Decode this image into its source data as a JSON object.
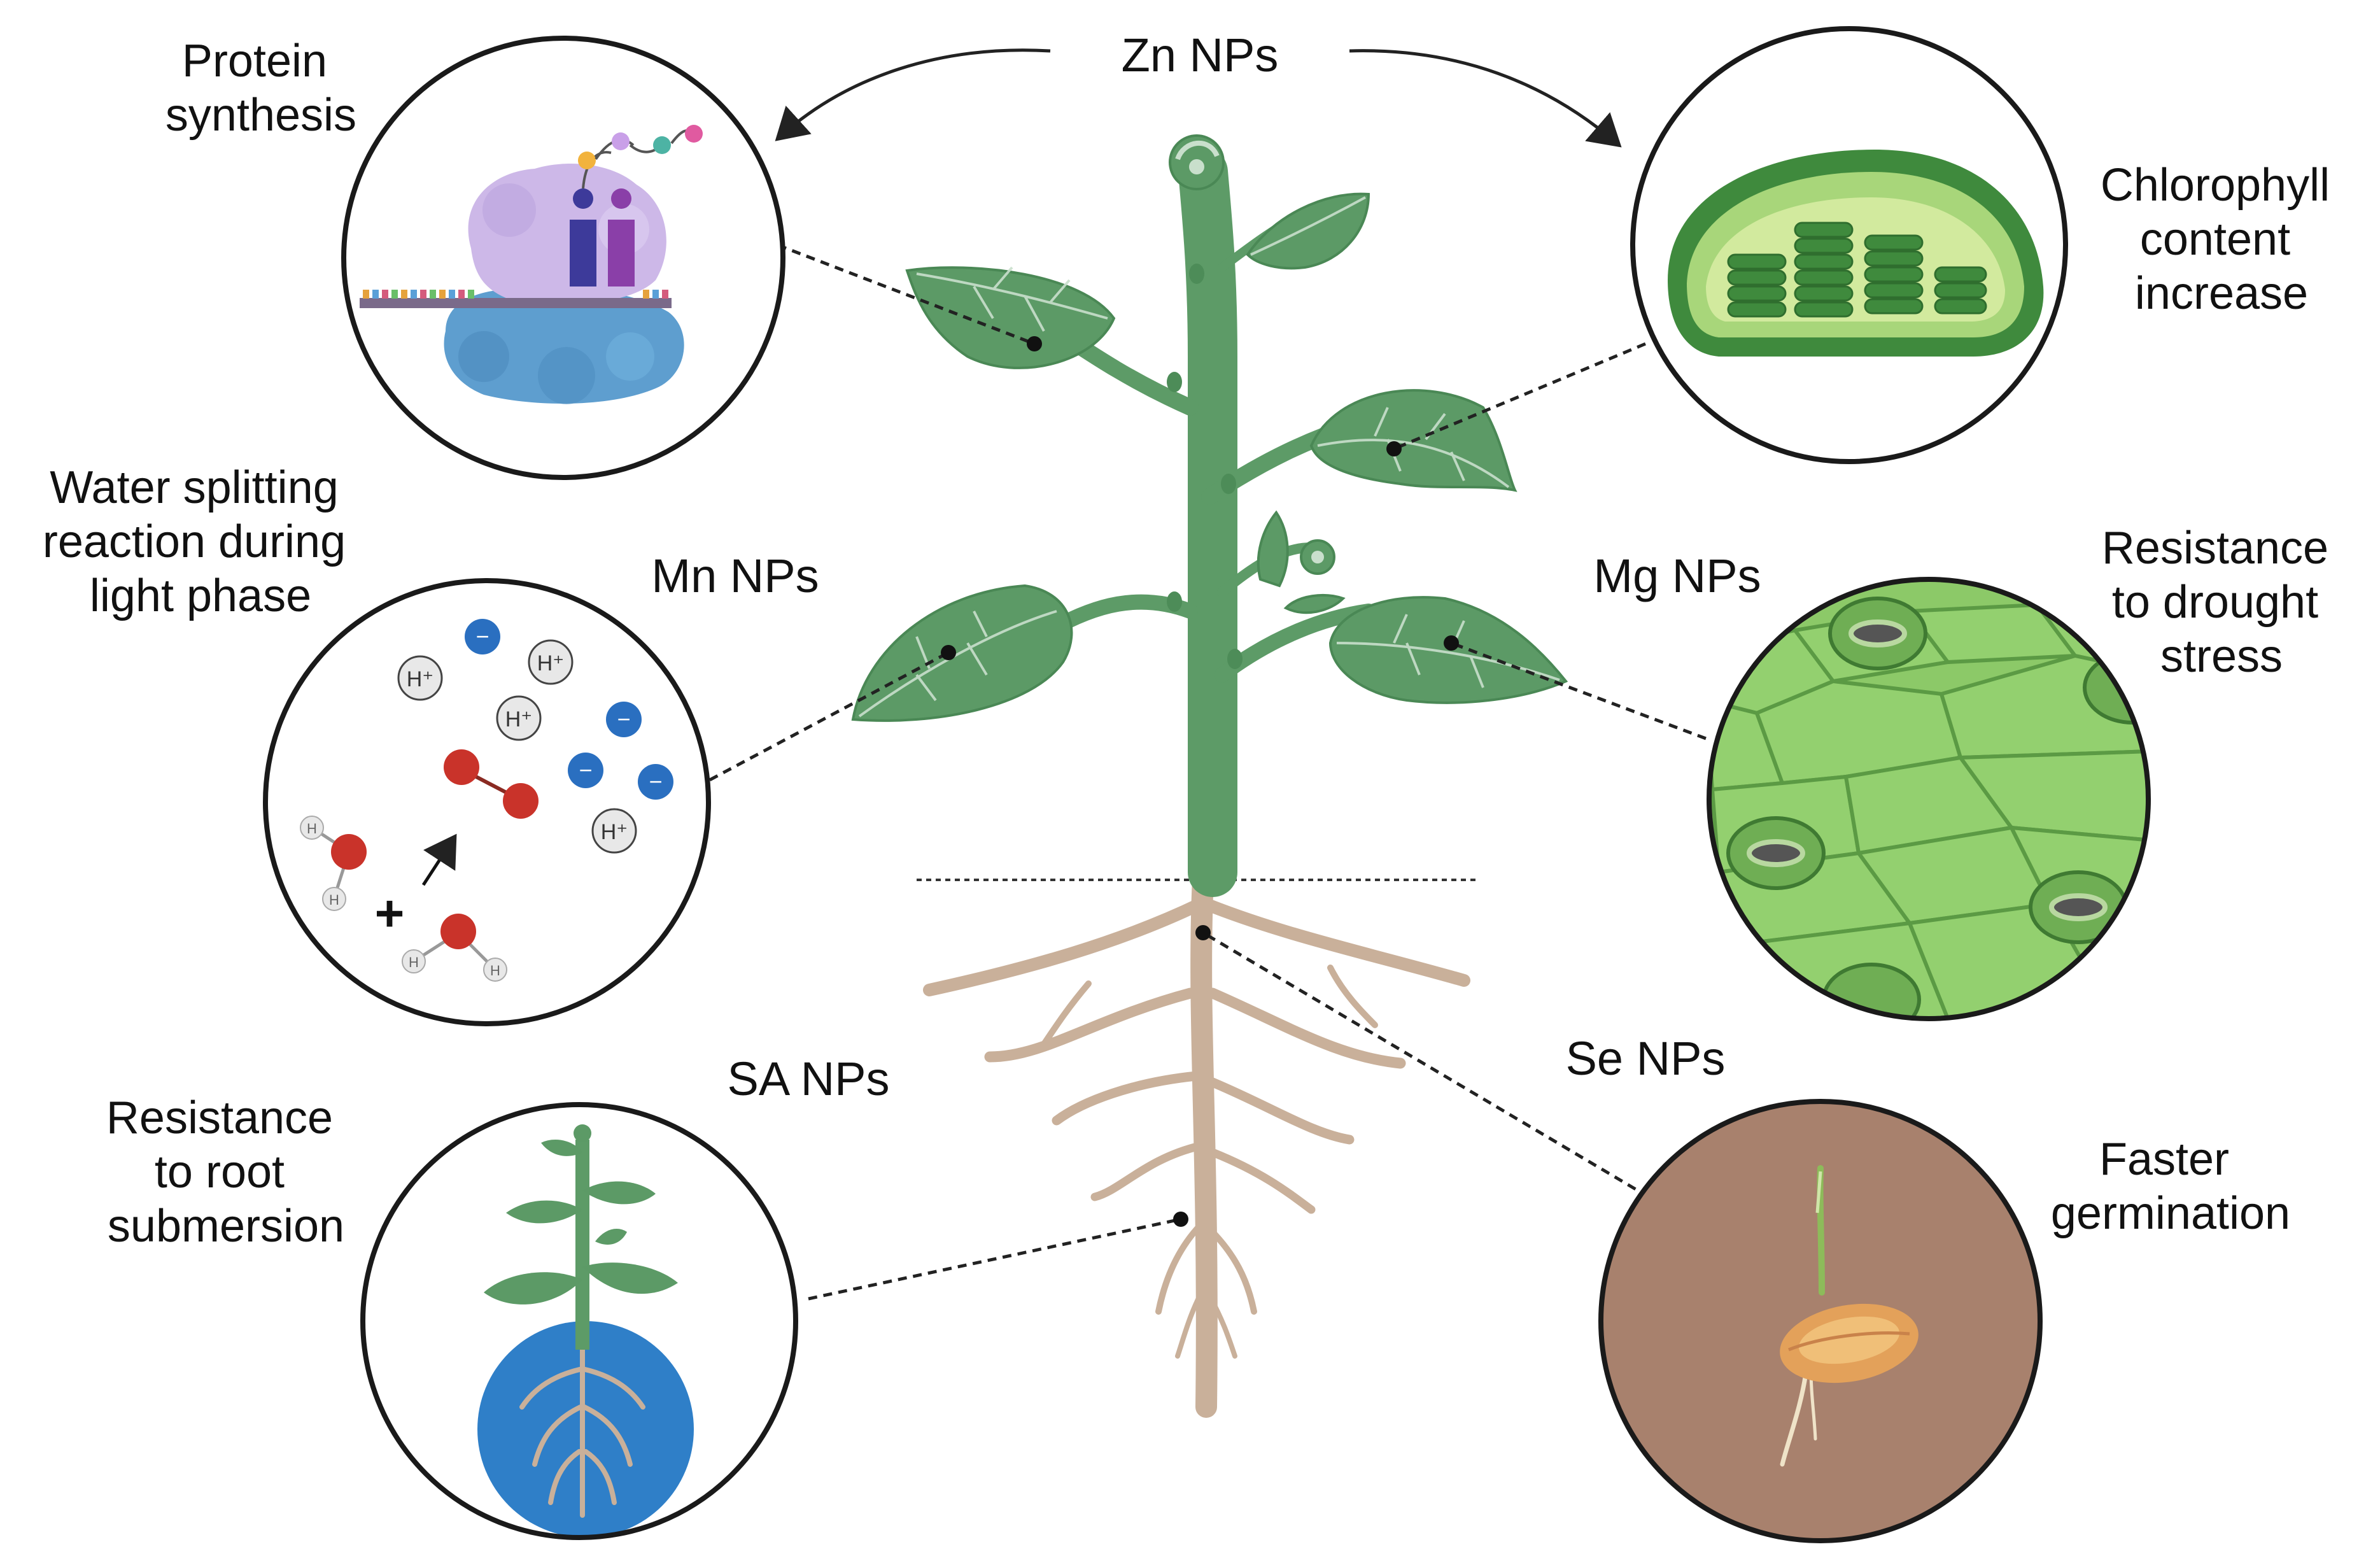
{
  "colors": {
    "leaf": "#5c9a66",
    "leaf_vein": "#c9dfcc",
    "stem": "#5d9b67",
    "root": "#c9b09a",
    "water": "#2f7fc8",
    "soil": "#a8816d",
    "chloroplast": "#4f9b4a",
    "drought_tissue": "#8cc968",
    "ion_blue": "#2a6fc0",
    "oxygen_red": "#c9332a"
  },
  "nanoparticles": {
    "zn": "Zn NPs",
    "mn": "Mn NPs",
    "mg": "Mg NPs",
    "sa": "SA NPs",
    "se": "Se NPs"
  },
  "effects": {
    "protein": [
      "Protein",
      "synthesis"
    ],
    "chlorophyll": [
      "Chlorophyll",
      "content",
      "increase"
    ],
    "water": [
      "Water splitting",
      "reaction during",
      "light phase"
    ],
    "drought": [
      "Resistance",
      "to drought",
      "stress"
    ],
    "submersion": [
      "Resistance",
      "to root",
      "submersion"
    ],
    "germination": [
      "Faster",
      "germination"
    ]
  },
  "water_panel": {
    "proton": "H⁺",
    "hydrogen": "H",
    "minus": "−",
    "plus": "+"
  },
  "icons": [
    "plant-icon",
    "ribosome-icon",
    "chloroplast-icon",
    "water-molecule-icon",
    "stomata-tissue-icon",
    "flooded-plant-icon",
    "germinating-seed-icon"
  ]
}
